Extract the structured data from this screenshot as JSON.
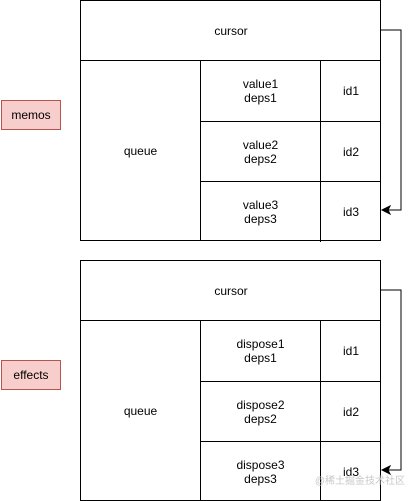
{
  "memos": {
    "label": "memos",
    "cursor": "cursor",
    "queue": "queue",
    "rows": [
      {
        "value": "value1",
        "deps": "deps1",
        "id": "id1"
      },
      {
        "value": "value2",
        "deps": "deps2",
        "id": "id2"
      },
      {
        "value": "value3",
        "deps": "deps3",
        "id": "id3"
      }
    ]
  },
  "effects": {
    "label": "effects",
    "cursor": "cursor",
    "queue": "queue",
    "rows": [
      {
        "value": "dispose1",
        "deps": "deps1",
        "id": "id1"
      },
      {
        "value": "dispose2",
        "deps": "deps2",
        "id": "id2"
      },
      {
        "value": "dispose3",
        "deps": "deps3",
        "id": "id3"
      }
    ]
  },
  "watermark": "@稀土掘金技术社区",
  "colors": {
    "label_fill": "#f8cecc",
    "label_border": "#b85450",
    "line": "#000000"
  }
}
